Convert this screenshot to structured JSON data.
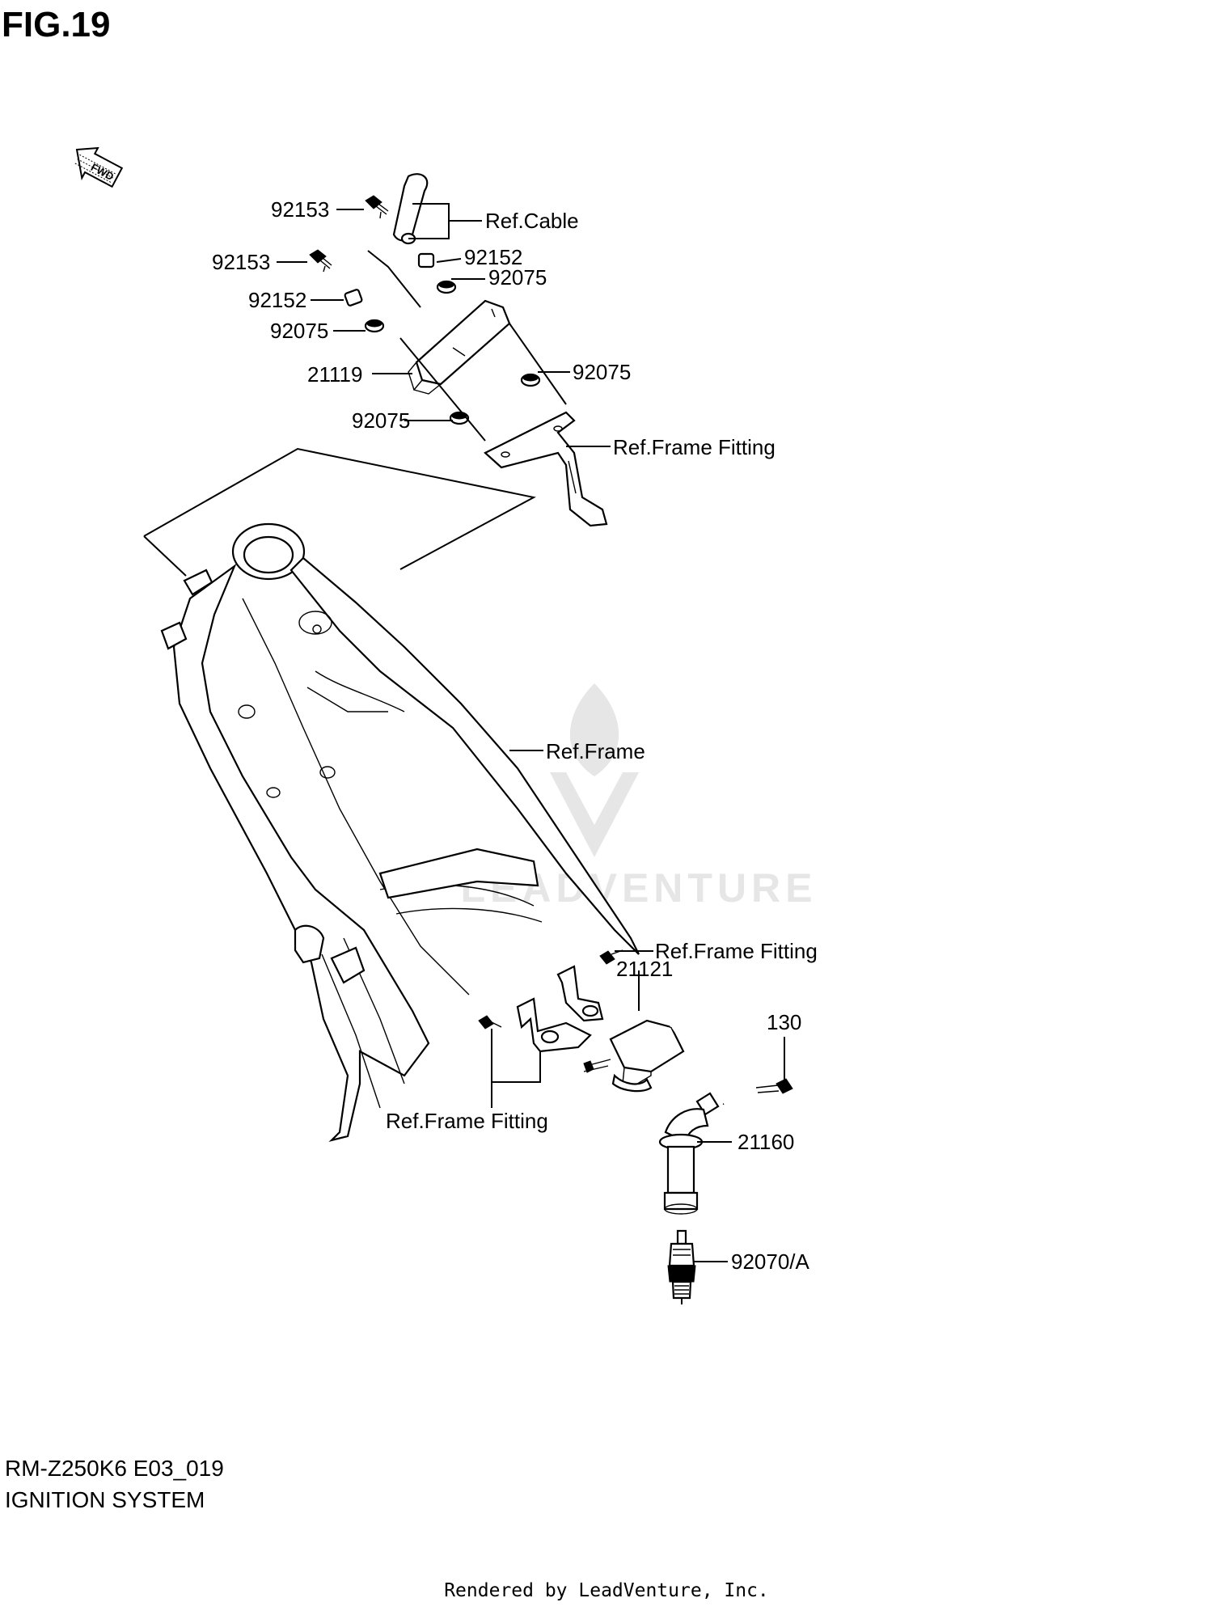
{
  "figure": {
    "title": "FIG.19",
    "fwd_label": "FWD",
    "model_code": "RM-Z250K6 E03_019",
    "section_name": "IGNITION SYSTEM"
  },
  "callouts": {
    "c92153_top": "92153",
    "c92153_mid": "92153",
    "ref_cable": "Ref.Cable",
    "c92152_right": "92152",
    "c92152_left": "92152",
    "c92075_a": "92075",
    "c92075_b": "92075",
    "c21119": "21119",
    "c92075_c": "92075",
    "c92075_d": "92075",
    "ref_frame_fitting_top": "Ref.Frame Fitting",
    "ref_frame": "Ref.Frame",
    "ref_frame_fitting_mid": "Ref.Frame Fitting",
    "c21121": "21121",
    "c130": "130",
    "ref_frame_fitting_bottom": "Ref.Frame Fitting",
    "c21160": "21160",
    "c92070a": "92070/A"
  },
  "watermark": {
    "text": "LEADVENTURE"
  },
  "credit": "Rendered by LeadVenture, Inc."
}
